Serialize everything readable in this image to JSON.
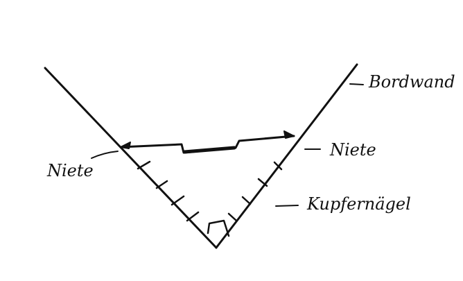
{
  "labels": {
    "hull_wall": "Bordwand",
    "rivet_left": "Niete",
    "rivet_right": "Niete",
    "copper_nails": "Kupfernägel"
  },
  "colors": {
    "ink": "#111111",
    "background": "#ffffff"
  }
}
